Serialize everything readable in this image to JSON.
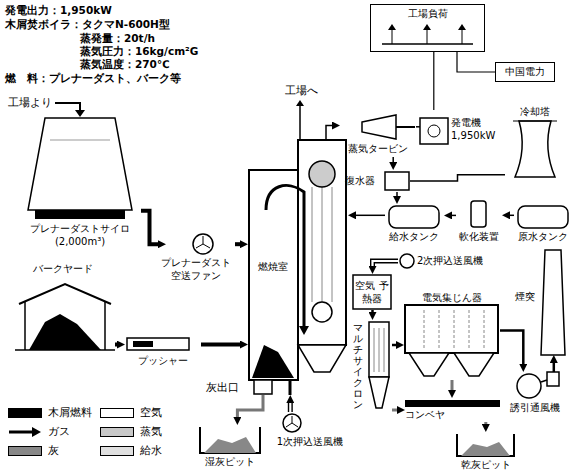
{
  "diagram": {
    "nodes": [
      {
        "text": [
          "プレナーダストサイロ (2,000m³)"
        ]
      },
      {
        "text": [
          "プレナーダスト 空送ファン"
        ]
      },
      {
        "text": [
          "バークヤード"
        ]
      },
      {
        "text": [
          "プッシャー"
        ]
      },
      {
        "text": [
          "燃焼室"
        ]
      },
      {
        "text": [
          "湿灰ピット"
        ]
      },
      {
        "text": [
          "1次押込送風機"
        ]
      },
      {
        "text": [
          "空気 予熱器"
        ]
      },
      {
        "text": [
          "2次押込送風機"
        ]
      },
      {
        "text": [
          "マルチサイクロン"
        ]
      },
      {
        "text": [
          "電気集じん器"
        ]
      },
      {
        "text": [
          "誘引通風機"
        ]
      },
      {
        "text": [
          "煙突"
        ]
      },
      {
        "text": [
          "コンベヤ"
        ]
      },
      {
        "text": [
          "乾灰ピット"
        ]
      },
      {
        "text": [
          "工場負荷"
        ]
      },
      {
        "text": [
          "中国電力"
        ]
      },
      {
        "text": [
          "蒸気タービン"
        ]
      },
      {
        "text": [
          "発電機 1,950kW"
        ]
      },
      {
        "text": [
          "復水器"
        ]
      },
      {
        "text": [
          "冷却塔"
        ]
      },
      {
        "text": [
          "給水タンク"
        ]
      },
      {
        "text": [
          "軟化装置"
        ]
      },
      {
        "text": [
          "原水タンク"
        ]
      }
    ],
    "edges": [
      {
        "from": 0,
        "to": 1,
        "arrow": "to"
      },
      {
        "from": 1,
        "to": 4,
        "arrow": "to"
      },
      {
        "from": 2,
        "to": 3,
        "arrow": "to"
      },
      {
        "from": 3,
        "to": 4,
        "arrow": "to"
      },
      {
        "from": 4,
        "to": 5,
        "arrow": "to"
      },
      {
        "from": 6,
        "to": 4,
        "arrow": "to"
      },
      {
        "from": 8,
        "to": 7,
        "arrow": "to"
      },
      {
        "from": 7,
        "to": 9,
        "arrow": "to"
      },
      {
        "from": 9,
        "to": 10,
        "arrow": "to"
      },
      {
        "from": 10,
        "to": 11,
        "arrow": "to"
      },
      {
        "from": 11,
        "to": 12,
        "arrow": "to"
      },
      {
        "from": 9,
        "to": 13,
        "arrow": "to"
      },
      {
        "from": 10,
        "to": 13,
        "arrow": "to"
      },
      {
        "from": 13,
        "to": 14,
        "arrow": "to"
      },
      {
        "from": 4,
        "to": 17,
        "arrow": "to"
      },
      {
        "from": 17,
        "to": 18,
        "arrow": "none"
      },
      {
        "from": 17,
        "to": 19,
        "arrow": "to"
      },
      {
        "from": 19,
        "to": 20,
        "arrow": "none"
      },
      {
        "from": 19,
        "to": 21,
        "arrow": "to"
      },
      {
        "from": 22,
        "to": 21,
        "arrow": "to"
      },
      {
        "from": 23,
        "to": 22,
        "arrow": "to"
      },
      {
        "from": 21,
        "to": 4,
        "arrow": "to"
      },
      {
        "from": 18,
        "to": 15,
        "arrow": "none"
      },
      {
        "from": 15,
        "to": 16,
        "arrow": "none"
      }
    ],
    "labels": [
      "発電出力：1,950kW",
      "木屑焚ボイラ：タクマN-600H型",
      "蒸発量：20t/h",
      "蒸気圧力：16kg/cm²G",
      "蒸気温度：270℃",
      "燃　料：プレナーダスト、バーク等",
      "工場より",
      "工場へ",
      "灰出口"
    ],
    "legend": [
      {
        "text": "木屑燃料",
        "color": "#000000"
      },
      {
        "text": "ガス"
      },
      {
        "text": "灰",
        "color": "#888888"
      },
      {
        "text": "空気",
        "color": "#ffffff"
      },
      {
        "text": "蒸気",
        "color": "#c8c8c8"
      },
      {
        "text": "給水",
        "color": "#e0e0e0"
      }
    ]
  }
}
